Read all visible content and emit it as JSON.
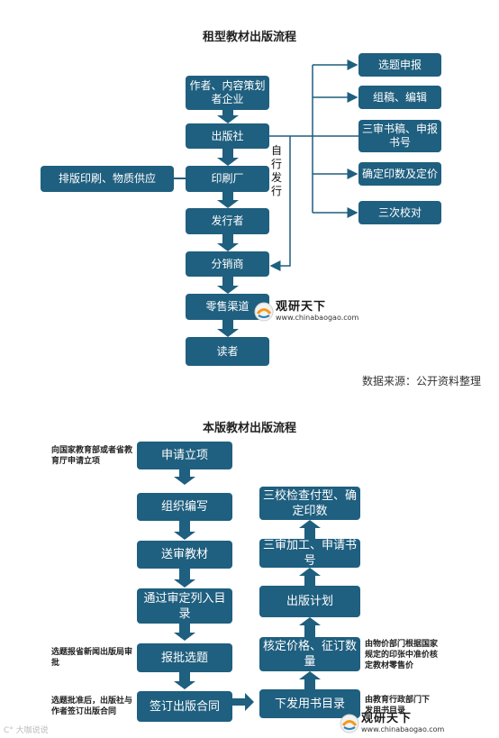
{
  "diagram1": {
    "title": "租型教材出版流程",
    "left_flow": [
      "作者、内容策划者企业",
      "出版社",
      "印刷厂",
      "发行者",
      "分销商",
      "零售渠道",
      "读者"
    ],
    "right_branch": [
      "选题申报",
      "组稿、编辑",
      "三审书稿、申报书号",
      "确定印数及定价",
      "三次校对"
    ],
    "side_box": "排版印刷、物质供应",
    "self_distribution_label": "自行发行",
    "source": "数据来源：公开资料整理"
  },
  "diagram2": {
    "title": "本版教材出版流程",
    "left_flow": [
      "申请立项",
      "组织编写",
      "送审教材",
      "通过审定列入目录",
      "报批选题",
      "签订出版合同"
    ],
    "right_flow": [
      "下发用书目录",
      "核定价格、征订数量",
      "出版计划",
      "三审加工、申请书号",
      "三校检查付型、确定印数"
    ],
    "notes": {
      "apply": "向国家教育部或者省教育厅申请立项",
      "select": "选题报省新闻出版局审批",
      "contract": "选题批准后，出版社与作者签订出版合同",
      "price": "由物价部门根据国家规定的印张中准价核定教材零售价",
      "catalog": "由教育行政部门下发用书目录"
    }
  },
  "watermark": {
    "brand": "观研天下",
    "url": "www.chinabaogao.com"
  },
  "corner_mark": "C° 大咖说说",
  "colors": {
    "box": "#1f5f7f",
    "line": "#1f5f7f"
  }
}
